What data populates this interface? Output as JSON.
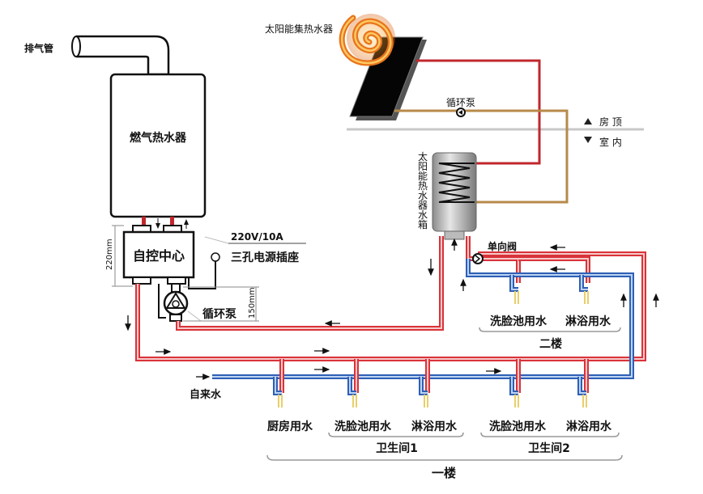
{
  "labels": {
    "exhaust_pipe": "排气管",
    "gas_heater": "燃气热水器",
    "solar_collector": "太阳能集热水器",
    "roof_pump": "循环泵",
    "roof_above": "房 顶",
    "roof_below": "室 内",
    "tank_vertical": [
      "太",
      "阳",
      "能",
      "热",
      "水",
      "器",
      "水",
      "箱"
    ],
    "control_center": "自控中心",
    "power_rating": "220V/10A",
    "socket": "三孔电源插座",
    "heater_pump": "循环泵",
    "dim_220": "220mm",
    "dim_150": "150mm",
    "check_valve": "单向阀",
    "tap_water": "自来水",
    "floor2_outlets": [
      "洗脸池用水",
      "淋浴用水"
    ],
    "floor2": "二楼",
    "floor1_outlets": [
      "厨房用水",
      "洗脸池用水",
      "淋浴用水",
      "洗脸池用水",
      "淋浴用水"
    ],
    "bathroom1": "卫生间1",
    "bathroom2": "卫生间2",
    "floor1": "一楼"
  },
  "colors": {
    "hot_pipe": "#d9333a",
    "hot_pipe_inner": "#f6c9c9",
    "cold_pipe": "#2e5fb5",
    "cold_pipe_inner": "#bcd3f2",
    "solar_return": "#b78a4a",
    "roof_line": "#c8c8c8",
    "drain": "#e9cf6a"
  }
}
